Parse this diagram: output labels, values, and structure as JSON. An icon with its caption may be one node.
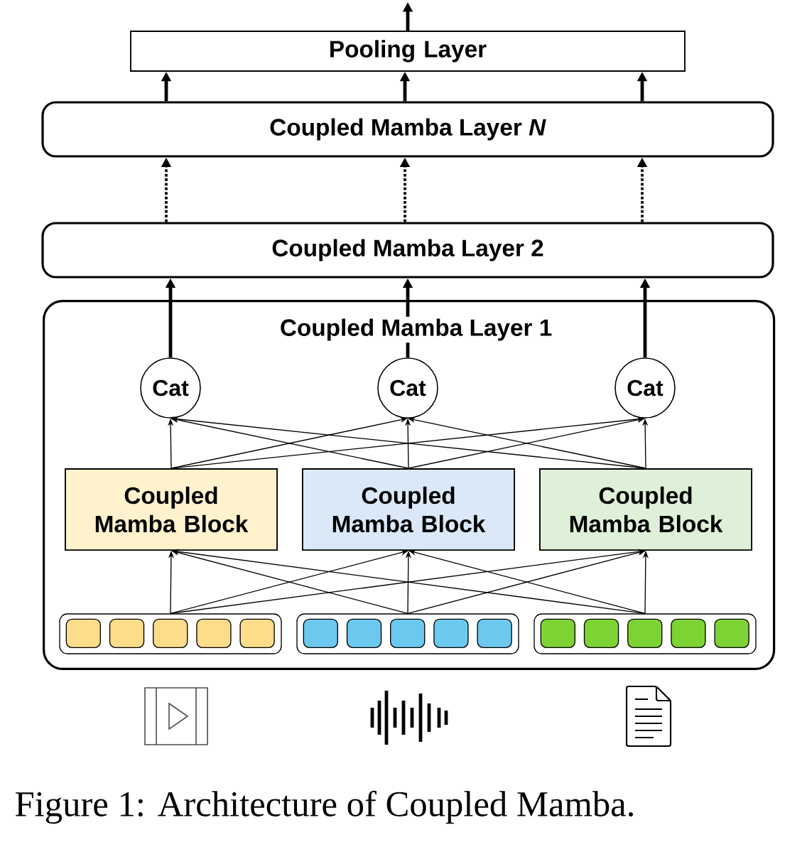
{
  "diagram": {
    "caption": "Figure 1: Architecture of Coupled Mamba.",
    "nodes": [
      {
        "text": [
          "Pooling Layer"
        ]
      },
      {
        "text": [
          "Coupled Mamba Layer *N*"
        ]
      },
      {
        "text": [
          "Coupled Mamba Layer 2"
        ]
      },
      {
        "text": [
          "Coupled Mamba Layer 1"
        ]
      },
      {
        "text": [
          "Cat"
        ],
        "in": 3
      },
      {
        "text": [
          "Cat"
        ],
        "in": 3
      },
      {
        "text": [
          "Cat"
        ],
        "in": 3
      },
      {
        "text": [
          "Coupled Mamba Block"
        ],
        "in": 3
      },
      {
        "text": [
          "Coupled Mamba Block"
        ],
        "in": 3
      },
      {
        "text": [
          "Coupled Mamba Block"
        ],
        "in": 3
      },
      {
        "text": [],
        "shape": "box",
        "in": 3
      },
      {
        "text": [],
        "shape": "box",
        "in": 3
      },
      {
        "text": [],
        "shape": "box",
        "in": 3
      }
    ],
    "edges": [
      {
        "from": 0,
        "to": null,
        "arrow": "to",
        "style": "thick"
      },
      {
        "from": 1,
        "to": 0,
        "arrow": "to",
        "style": "thick"
      },
      {
        "from": 1,
        "to": 0,
        "arrow": "to",
        "style": "thick"
      },
      {
        "from": 1,
        "to": 0,
        "arrow": "to",
        "style": "thick"
      },
      {
        "from": 2,
        "to": 1,
        "arrow": "to",
        "style": "dashed"
      },
      {
        "from": 2,
        "to": 1,
        "arrow": "to",
        "style": "dashed"
      },
      {
        "from": 2,
        "to": 1,
        "arrow": "to",
        "style": "dashed"
      },
      {
        "from": 4,
        "to": 2,
        "arrow": "to",
        "style": "thick"
      },
      {
        "from": 5,
        "to": 2,
        "arrow": "to",
        "style": "thick"
      },
      {
        "from": 6,
        "to": 2,
        "arrow": "to",
        "style": "thick"
      },
      {
        "from": 7,
        "to": 4,
        "arrow": "to"
      },
      {
        "from": 7,
        "to": 5,
        "arrow": "to"
      },
      {
        "from": 7,
        "to": 6,
        "arrow": "to"
      },
      {
        "from": 8,
        "to": 4,
        "arrow": "to"
      },
      {
        "from": 8,
        "to": 5,
        "arrow": "to"
      },
      {
        "from": 8,
        "to": 6,
        "arrow": "to"
      },
      {
        "from": 9,
        "to": 4,
        "arrow": "to"
      },
      {
        "from": 9,
        "to": 5,
        "arrow": "to"
      },
      {
        "from": 9,
        "to": 6,
        "arrow": "to"
      },
      {
        "from": 10,
        "to": 7,
        "arrow": "to"
      },
      {
        "from": 10,
        "to": 8,
        "arrow": "to"
      },
      {
        "from": 10,
        "to": 9,
        "arrow": "to"
      },
      {
        "from": 11,
        "to": 7,
        "arrow": "to"
      },
      {
        "from": 11,
        "to": 8,
        "arrow": "to"
      },
      {
        "from": 11,
        "to": 9,
        "arrow": "to"
      },
      {
        "from": 12,
        "to": 7,
        "arrow": "to"
      },
      {
        "from": 12,
        "to": 8,
        "arrow": "to"
      },
      {
        "from": 12,
        "to": 9,
        "arrow": "to"
      }
    ]
  }
}
